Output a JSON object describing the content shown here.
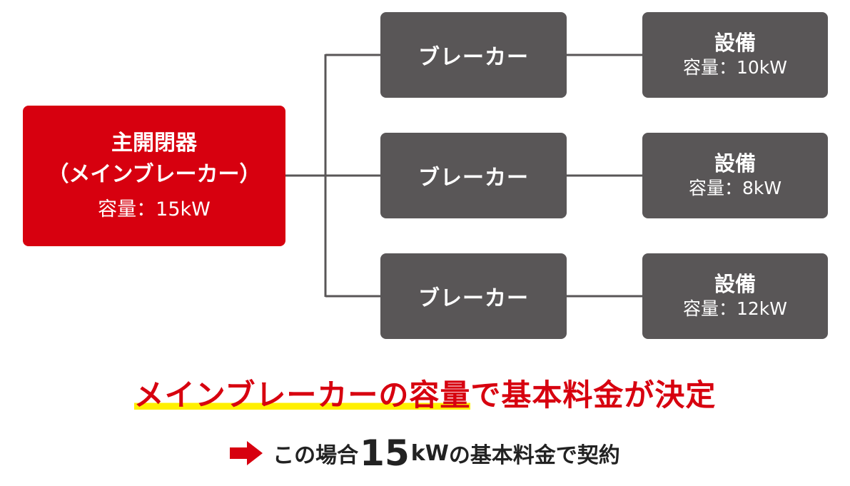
{
  "main_breaker": {
    "title": "主開閉器",
    "subtitle": "（メインブレーカー）",
    "capacity": "容量：15kW"
  },
  "breakers": [
    {
      "label": "ブレーカー"
    },
    {
      "label": "ブレーカー"
    },
    {
      "label": "ブレーカー"
    }
  ],
  "equipment": [
    {
      "title": "設備",
      "capacity": "容量：10kW"
    },
    {
      "title": "設備",
      "capacity": "容量：8kW"
    },
    {
      "title": "設備",
      "capacity": "容量：12kW"
    }
  ],
  "headline": {
    "part1": "メインブレーカーの",
    "highlight": "容量",
    "part2": "で基本料金が決定"
  },
  "conclusion": {
    "prefix": "この場合",
    "number": "15",
    "unit": "kW",
    "suffix": "の基本料金で契約"
  },
  "colors": {
    "main_box": "#d7000f",
    "node_box": "#595657",
    "connector": "#595657",
    "headline_text": "#d7000f",
    "highlight": "#fff000"
  },
  "icons": {
    "arrow": "arrow-right-icon"
  }
}
